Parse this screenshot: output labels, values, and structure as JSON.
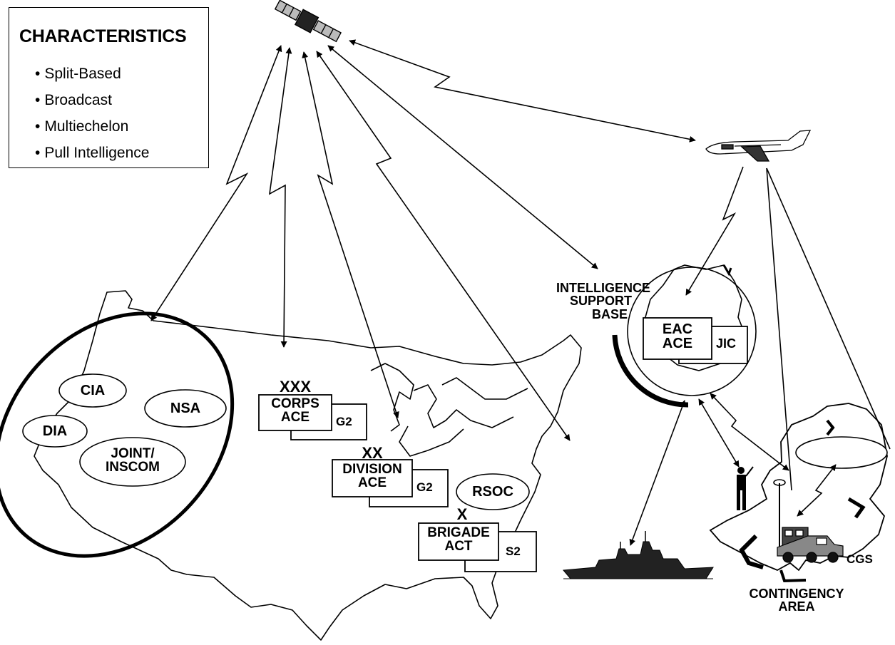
{
  "characteristics": {
    "title": "CHARACTERISTICS",
    "items": [
      "Split-Based",
      "Broadcast",
      "Multiechelon",
      "Pull Intelligence"
    ]
  },
  "agencies": {
    "cia": "CIA",
    "nsa": "NSA",
    "dia": "DIA",
    "joint_line1": "JOINT/",
    "joint_line2": "INSCOM"
  },
  "echelons": {
    "corps_mark": "XXX",
    "corps_line1": "CORPS",
    "corps_line2": "ACE",
    "corps_g2": "G2",
    "division_mark": "XX",
    "division_line1": "DIVISION",
    "division_line2": "ACE",
    "division_g2": "G2",
    "rsoc": "RSOC",
    "brigade_mark": "X",
    "brigade_line1": "BRIGADE",
    "brigade_line2": "ACT",
    "brigade_s2": "S2"
  },
  "support_base": {
    "line1": "INTELLIGENCE",
    "line2": "SUPPORT",
    "line3": "BASE",
    "eac_line1": "EAC",
    "eac_line2": "ACE",
    "jic": "JIC"
  },
  "contingency": {
    "cgs": "CGS",
    "line1": "CONTINGENCY",
    "line2": "AREA"
  }
}
